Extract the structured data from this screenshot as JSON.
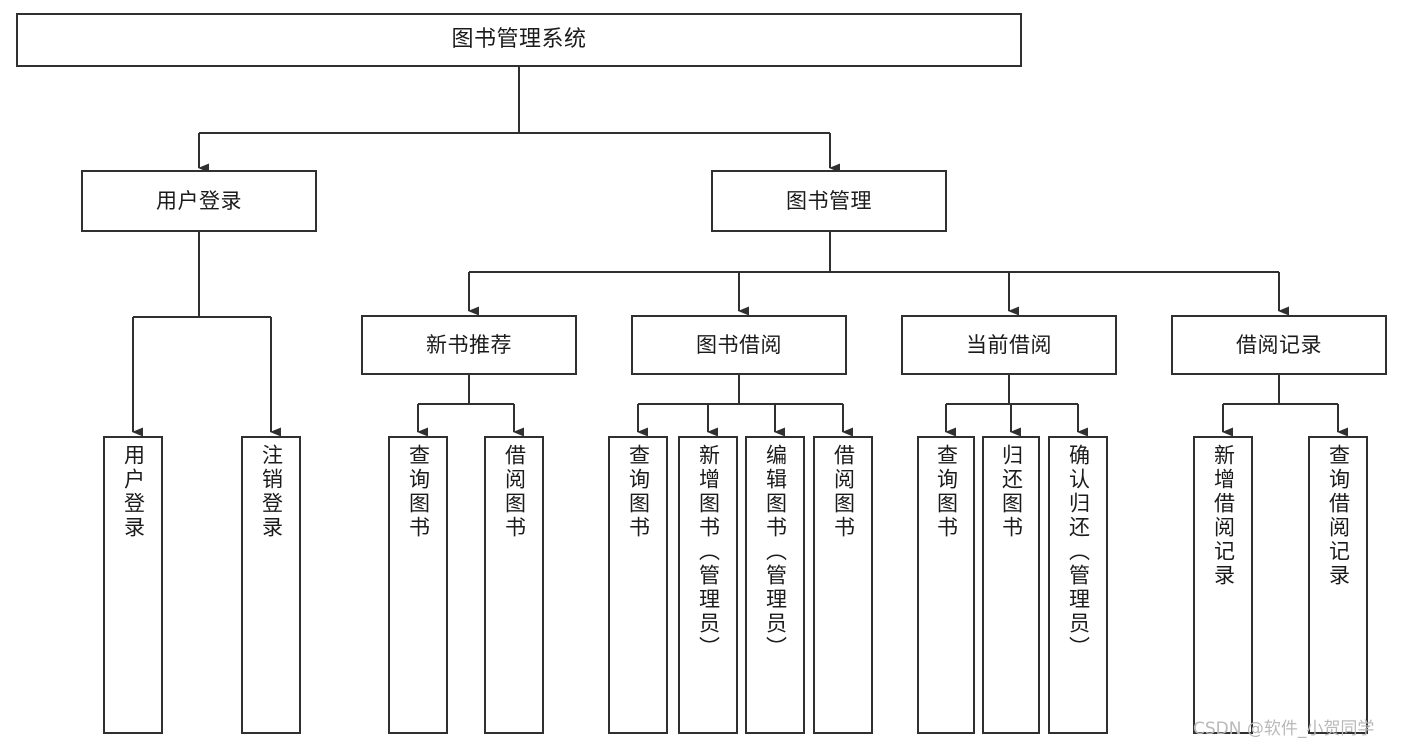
{
  "diagram": {
    "title": "图书管理系统",
    "type": "tree",
    "orientation": "top-down",
    "theme": {
      "background": "#ffffff",
      "box_fill": "#ffffff",
      "box_stroke": "#303030",
      "connector_stroke": "#303030",
      "text_color": "#1b1b1b",
      "watermark_color": "#b9b9b9"
    },
    "levels": {
      "root": {
        "label": "图书管理系统"
      },
      "level2": [
        {
          "id": "user-login",
          "label": "用户登录"
        },
        {
          "id": "book-manage",
          "label": "图书管理"
        }
      ],
      "level3": [
        {
          "id": "new-book-recommend",
          "label": "新书推荐",
          "parent": "book-manage"
        },
        {
          "id": "book-borrow",
          "label": "图书借阅",
          "parent": "book-manage"
        },
        {
          "id": "current-borrow",
          "label": "当前借阅",
          "parent": "book-manage"
        },
        {
          "id": "borrow-record",
          "label": "借阅记录",
          "parent": "book-manage"
        }
      ],
      "leaves": [
        {
          "id": "leaf-user-login",
          "label": "用户登录",
          "parent": "user-login"
        },
        {
          "id": "leaf-user-logout",
          "label": "注销登录",
          "parent": "user-login"
        },
        {
          "id": "leaf-query-book-1",
          "label": "查询图书",
          "parent": "new-book-recommend"
        },
        {
          "id": "leaf-borrow-book-1",
          "label": "借阅图书",
          "parent": "new-book-recommend"
        },
        {
          "id": "leaf-query-book-2",
          "label": "查询图书",
          "parent": "book-borrow"
        },
        {
          "id": "leaf-add-book",
          "label": "新增图书（管理员）",
          "parent": "book-borrow"
        },
        {
          "id": "leaf-edit-book",
          "label": "编辑图书（管理员）",
          "parent": "book-borrow"
        },
        {
          "id": "leaf-borrow-book-2",
          "label": "借阅图书",
          "parent": "book-borrow"
        },
        {
          "id": "leaf-query-book-3",
          "label": "查询图书",
          "parent": "current-borrow"
        },
        {
          "id": "leaf-return-book",
          "label": "归还图书",
          "parent": "current-borrow"
        },
        {
          "id": "leaf-confirm-return",
          "label": "确认归还（管理员）",
          "parent": "current-borrow"
        },
        {
          "id": "leaf-add-record",
          "label": "新增借阅记录",
          "parent": "borrow-record"
        },
        {
          "id": "leaf-query-record",
          "label": "查询借阅记录",
          "parent": "borrow-record"
        }
      ]
    },
    "watermark": "CSDN @软件_小贺同学"
  }
}
